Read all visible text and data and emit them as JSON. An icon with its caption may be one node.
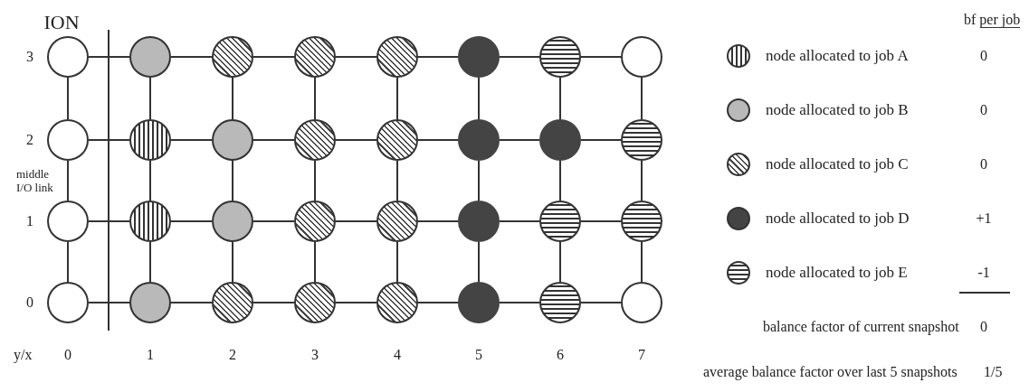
{
  "diagram": {
    "nodes": [
      {
        "text": [],
        "shape": "circle"
      },
      {
        "text": [],
        "shape": "circle"
      },
      {
        "text": [],
        "shape": "circle"
      },
      {
        "text": [],
        "shape": "circle"
      },
      {
        "text": [],
        "shape": "circle"
      },
      {
        "text": [],
        "shape": "circle"
      },
      {
        "text": [],
        "shape": "circle"
      },
      {
        "text": [],
        "shape": "circle"
      },
      {
        "text": [],
        "shape": "circle"
      },
      {
        "text": [],
        "shape": "circle"
      },
      {
        "text": [],
        "shape": "circle"
      },
      {
        "text": [],
        "shape": "circle"
      },
      {
        "text": [],
        "shape": "circle"
      },
      {
        "text": [],
        "shape": "circle"
      },
      {
        "text": [],
        "shape": "circle"
      },
      {
        "text": [],
        "shape": "circle"
      },
      {
        "text": [],
        "shape": "circle"
      },
      {
        "text": [],
        "shape": "circle"
      },
      {
        "text": [],
        "shape": "circle"
      },
      {
        "text": [],
        "shape": "circle"
      },
      {
        "text": [],
        "shape": "circle"
      },
      {
        "text": [],
        "shape": "circle"
      },
      {
        "text": [],
        "shape": "circle"
      },
      {
        "text": [],
        "shape": "circle"
      },
      {
        "text": [],
        "shape": "circle"
      },
      {
        "text": [],
        "shape": "circle"
      },
      {
        "text": [],
        "shape": "circle"
      },
      {
        "text": [],
        "shape": "circle"
      },
      {
        "text": [],
        "shape": "circle"
      },
      {
        "text": [],
        "shape": "circle"
      },
      {
        "text": [],
        "shape": "circle"
      },
      {
        "text": [],
        "shape": "circle"
      }
    ],
    "edges": [
      {
        "from": 0,
        "to": 1,
        "arrow": "none"
      },
      {
        "from": 1,
        "to": 2,
        "arrow": "none"
      },
      {
        "from": 2,
        "to": 3,
        "arrow": "none"
      },
      {
        "from": 3,
        "to": 4,
        "arrow": "none"
      },
      {
        "from": 4,
        "to": 5,
        "arrow": "none"
      },
      {
        "from": 5,
        "to": 6,
        "arrow": "none"
      },
      {
        "from": 6,
        "to": 7,
        "arrow": "none"
      },
      {
        "from": 8,
        "to": 9,
        "arrow": "none"
      },
      {
        "from": 9,
        "to": 10,
        "arrow": "none"
      },
      {
        "from": 10,
        "to": 11,
        "arrow": "none"
      },
      {
        "from": 11,
        "to": 12,
        "arrow": "none"
      },
      {
        "from": 12,
        "to": 13,
        "arrow": "none"
      },
      {
        "from": 13,
        "to": 14,
        "arrow": "none"
      },
      {
        "from": 14,
        "to": 15,
        "arrow": "none"
      },
      {
        "from": 16,
        "to": 17,
        "arrow": "none"
      },
      {
        "from": 17,
        "to": 18,
        "arrow": "none"
      },
      {
        "from": 18,
        "to": 19,
        "arrow": "none"
      },
      {
        "from": 19,
        "to": 20,
        "arrow": "none"
      },
      {
        "from": 20,
        "to": 21,
        "arrow": "none"
      },
      {
        "from": 21,
        "to": 22,
        "arrow": "none"
      },
      {
        "from": 22,
        "to": 23,
        "arrow": "none"
      },
      {
        "from": 24,
        "to": 25,
        "arrow": "none"
      },
      {
        "from": 25,
        "to": 26,
        "arrow": "none"
      },
      {
        "from": 26,
        "to": 27,
        "arrow": "none"
      },
      {
        "from": 27,
        "to": 28,
        "arrow": "none"
      },
      {
        "from": 28,
        "to": 29,
        "arrow": "none"
      },
      {
        "from": 29,
        "to": 30,
        "arrow": "none"
      },
      {
        "from": 30,
        "to": 31,
        "arrow": "none"
      },
      {
        "from": 0,
        "to": 8,
        "arrow": "none"
      },
      {
        "from": 1,
        "to": 9,
        "arrow": "none"
      },
      {
        "from": 2,
        "to": 10,
        "arrow": "none"
      },
      {
        "from": 3,
        "to": 11,
        "arrow": "none"
      },
      {
        "from": 4,
        "to": 12,
        "arrow": "none"
      },
      {
        "from": 5,
        "to": 13,
        "arrow": "none"
      },
      {
        "from": 6,
        "to": 14,
        "arrow": "none"
      },
      {
        "from": 7,
        "to": 15,
        "arrow": "none"
      },
      {
        "from": 8,
        "to": 16,
        "arrow": "none"
      },
      {
        "from": 9,
        "to": 17,
        "arrow": "none"
      },
      {
        "from": 10,
        "to": 18,
        "arrow": "none"
      },
      {
        "from": 11,
        "to": 19,
        "arrow": "none"
      },
      {
        "from": 12,
        "to": 20,
        "arrow": "none"
      },
      {
        "from": 13,
        "to": 21,
        "arrow": "none"
      },
      {
        "from": 14,
        "to": 22,
        "arrow": "none"
      },
      {
        "from": 15,
        "to": 23,
        "arrow": "none"
      },
      {
        "from": 16,
        "to": 24,
        "arrow": "none"
      },
      {
        "from": 17,
        "to": 25,
        "arrow": "none"
      },
      {
        "from": 18,
        "to": 26,
        "arrow": "none"
      },
      {
        "from": 19,
        "to": 27,
        "arrow": "none"
      },
      {
        "from": 20,
        "to": 28,
        "arrow": "none"
      },
      {
        "from": 21,
        "to": 29,
        "arrow": "none"
      },
      {
        "from": 22,
        "to": 30,
        "arrow": "none"
      },
      {
        "from": 23,
        "to": 31,
        "arrow": "none"
      }
    ],
    "labels": [
      "ION",
      "bf per job",
      "3",
      "0",
      "2",
      "0",
      "0",
      "middle I/O link",
      "1",
      "+1",
      "-1",
      "0",
      "balance factor of current snapshot",
      "0",
      "y/x",
      "0",
      "1",
      "2",
      "3",
      "4",
      "5",
      "6",
      "7",
      "average balance factor over last 5 snapshots",
      "1/5"
    ],
    "legend": [
      {
        "text": "node allocated to job A"
      },
      {
        "text": "node allocated to job B"
      },
      {
        "text": "node allocated to job C"
      },
      {
        "text": "node allocated to job D"
      },
      {
        "text": "node allocated to job E"
      }
    ]
  }
}
